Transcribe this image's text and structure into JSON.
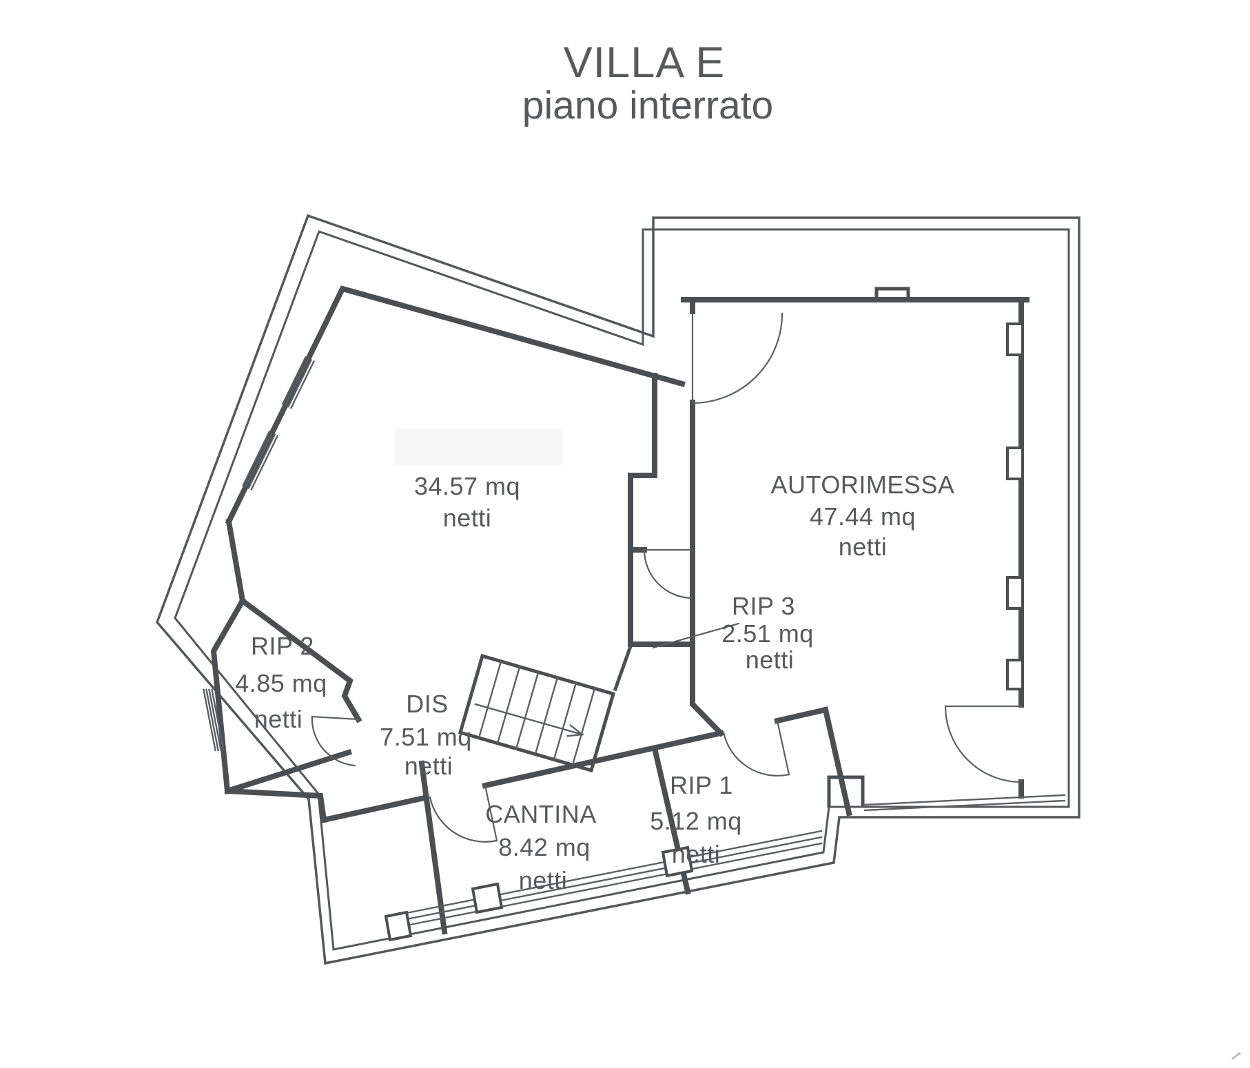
{
  "title": {
    "line1": "VILLA E",
    "line2": "piano interrato"
  },
  "rooms": [
    {
      "id": "main-room",
      "name": "",
      "area": "34.57 mq",
      "unit": "netti"
    },
    {
      "id": "autorimessa",
      "name": "AUTORIMESSA",
      "area": "47.44 mq",
      "unit": "netti"
    },
    {
      "id": "rip2",
      "name": "RIP 2",
      "area": "4.85 mq",
      "unit": "netti"
    },
    {
      "id": "dis",
      "name": "DIS",
      "area": "7.51 mq",
      "unit": "netti"
    },
    {
      "id": "rip3",
      "name": "RIP 3",
      "area": "2.51 mq",
      "unit": "netti"
    },
    {
      "id": "cantina",
      "name": "CANTINA",
      "area": "8.42 mq",
      "unit": "netti"
    },
    {
      "id": "rip1",
      "name": "RIP 1",
      "area": "5.12 mq",
      "unit": "netti"
    }
  ],
  "colors": {
    "wall": "#4c4f52",
    "thin_line": "#5c5f62",
    "text": "#58595b",
    "background": "#ffffff",
    "redaction": "#f7f7f7"
  }
}
